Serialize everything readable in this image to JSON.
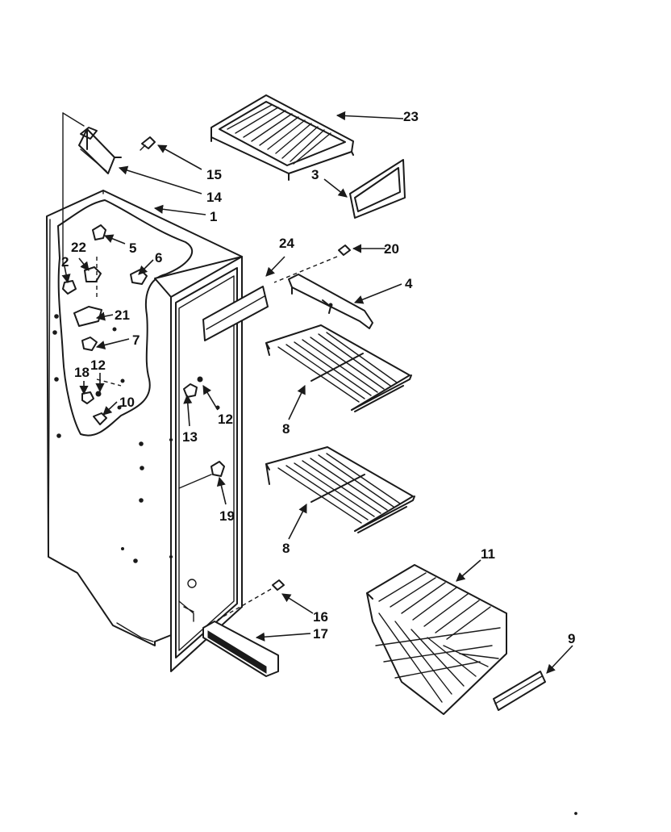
{
  "callouts": {
    "c1": "1",
    "c2": "2",
    "c3": "3",
    "c4": "4",
    "c5": "5",
    "c6": "6",
    "c7": "7",
    "c8a": "8",
    "c8b": "8",
    "c9": "9",
    "c10": "10",
    "c11": "11",
    "c12a": "12",
    "c12b": "12",
    "c13": "13",
    "c14": "14",
    "c15": "15",
    "c16": "16",
    "c17": "17",
    "c18": "18",
    "c19": "19",
    "c20": "20",
    "c21": "21",
    "c22": "22",
    "c23": "23",
    "c24": "24"
  }
}
